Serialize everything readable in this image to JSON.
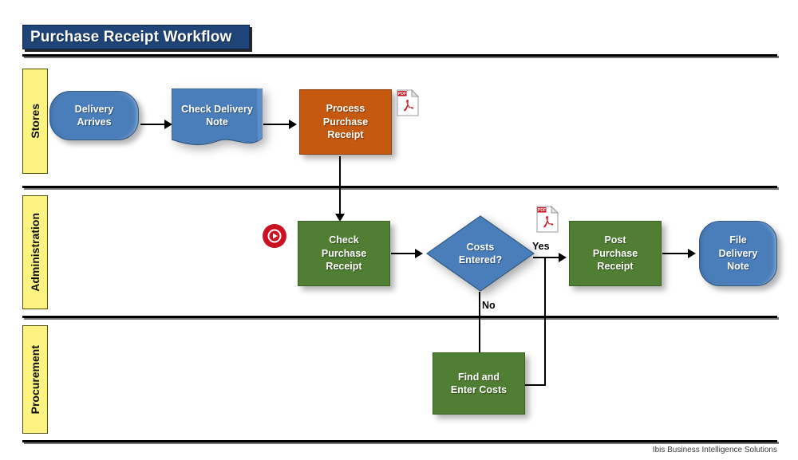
{
  "diagram": {
    "title": "Purchase Receipt Workflow",
    "footer": "Ibis Business Intelligence Solutions",
    "colors": {
      "title_bar": "#1F4477",
      "lane_label": "#FCF381",
      "blue": "#4A7EBB",
      "green": "#507E32",
      "orange": "#C5590F",
      "red": "#CC1122",
      "line": "#000000"
    },
    "lanes": [
      {
        "id": "stores",
        "label": "Stores"
      },
      {
        "id": "administration",
        "label": "Administration"
      },
      {
        "id": "procurement",
        "label": "Procurement"
      }
    ],
    "nodes": {
      "delivery_arrives": {
        "label": "Delivery\nArrives",
        "type": "terminator",
        "lane": "stores",
        "color": "#4A7EBB"
      },
      "check_delivery_note": {
        "label": "Check Delivery\nNote",
        "type": "document",
        "lane": "stores",
        "color": "#4A7EBB"
      },
      "process_purchase_receipt": {
        "label": "Process\nPurchase\nReceipt",
        "type": "process",
        "lane": "stores",
        "color": "#C5590F"
      },
      "check_purchase_receipt": {
        "label": "Check\nPurchase\nReceipt",
        "type": "process",
        "lane": "administration",
        "color": "#507E32"
      },
      "costs_entered": {
        "label": "Costs\nEntered?",
        "type": "decision",
        "lane": "administration",
        "color": "#4A7EBB"
      },
      "post_purchase_receipt": {
        "label": "Post\nPurchase\nReceipt",
        "type": "process",
        "lane": "administration",
        "color": "#507E32"
      },
      "file_delivery_note": {
        "label": "File\nDelivery\nNote",
        "type": "terminator",
        "lane": "administration",
        "color": "#4A7EBB"
      },
      "find_and_enter_costs": {
        "label": "Find and\nEnter Costs",
        "type": "process",
        "lane": "procurement",
        "color": "#507E32"
      }
    },
    "branch_labels": {
      "yes": "Yes",
      "no": "No"
    },
    "icons": {
      "pdf_process_receipt": "pdf-file-icon",
      "pdf_costs_decision": "pdf-file-icon",
      "play_check_receipt": "play-video-icon"
    },
    "icon_text": {
      "pdf_tag": "PDF"
    }
  }
}
